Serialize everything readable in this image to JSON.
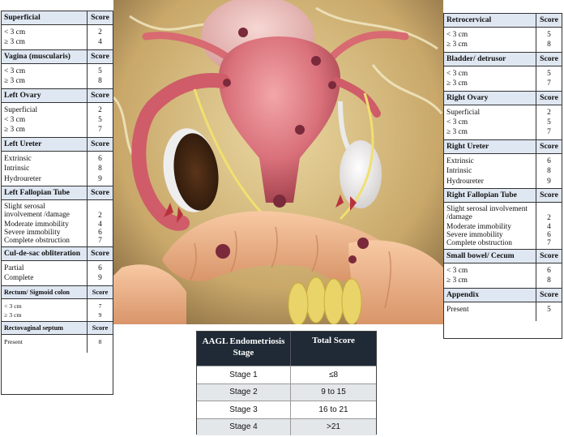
{
  "left_panel": [
    {
      "title": "Superficial",
      "score_label": "Score",
      "rows": [
        [
          "< 3 cm",
          "2"
        ],
        [
          "≥ 3 cm",
          "4"
        ]
      ]
    },
    {
      "title": "Vagina (muscularis)",
      "score_label": "Score",
      "rows": [
        [
          "< 3 cm",
          "5"
        ],
        [
          "≥ 3 cm",
          "8"
        ]
      ]
    },
    {
      "title": "Left Ovary",
      "score_label": "Score",
      "rows": [
        [
          "Superficial",
          "2"
        ],
        [
          "< 3 cm",
          "5"
        ],
        [
          "≥ 3 cm",
          "7"
        ]
      ]
    },
    {
      "title": "Left Ureter",
      "score_label": "Score",
      "rows": [
        [
          "Extrinsic",
          "6"
        ],
        [
          "Intrinsic",
          "8"
        ],
        [
          "Hydroureter",
          "9"
        ]
      ]
    },
    {
      "title": "Left Fallopian Tube",
      "score_label": "Score",
      "rows": [
        [
          "Slight serosal involvement /damage",
          "2"
        ],
        [
          "Moderate immobility",
          "4"
        ],
        [
          "Severe immobility",
          "6"
        ],
        [
          "Complete obstruction",
          "7"
        ]
      ]
    },
    {
      "title": "Cul-de-sac obliteration",
      "score_label": "Score",
      "rows": [
        [
          "Partial",
          "6"
        ],
        [
          "Complete",
          "9"
        ]
      ]
    },
    {
      "title": "Rectum/ Sigmoid colon",
      "score_label": "Score",
      "rows": [
        [
          "< 3 cm",
          "7"
        ],
        [
          "≥ 3 cm",
          "9"
        ]
      ]
    },
    {
      "title": "Rectovaginal septum",
      "score_label": "Score",
      "rows": [
        [
          "Present",
          "8"
        ]
      ]
    }
  ],
  "right_panel": [
    {
      "title": "Retrocervical",
      "score_label": "Score",
      "rows": [
        [
          "< 3 cm",
          "5"
        ],
        [
          "≥ 3 cm",
          "8"
        ]
      ]
    },
    {
      "title": "Bladder/ detrusor",
      "score_label": "Score",
      "rows": [
        [
          "< 3 cm",
          "5"
        ],
        [
          "≥ 3 cm",
          "7"
        ]
      ]
    },
    {
      "title": "Right Ovary",
      "score_label": "Score",
      "rows": [
        [
          "Superficial",
          "2"
        ],
        [
          "< 3 cm",
          "5"
        ],
        [
          "≥ 3 cm",
          "7"
        ]
      ]
    },
    {
      "title": "Right Ureter",
      "score_label": "Score",
      "rows": [
        [
          "Extrinsic",
          "6"
        ],
        [
          "Intrinsic",
          "8"
        ],
        [
          "Hydroureter",
          "9"
        ]
      ]
    },
    {
      "title": "Right Fallopian Tube",
      "score_label": "Score",
      "rows": [
        [
          "Slight serosal involvement /damage",
          "2"
        ],
        [
          "Moderate immobility",
          "4"
        ],
        [
          "Severe immobility",
          "6"
        ],
        [
          "Complete obstruction",
          "7"
        ]
      ]
    },
    {
      "title": "Small bowel/ Cecum",
      "score_label": "Score",
      "rows": [
        [
          "< 3 cm",
          "6"
        ],
        [
          "≥ 3 cm",
          "8"
        ]
      ]
    },
    {
      "title": "Appendix",
      "score_label": "Score",
      "rows": [
        [
          "Present",
          "5"
        ]
      ]
    }
  ],
  "stage_table": {
    "head_stage": "AAGL Endometriosis Stage",
    "head_score": "Total Score",
    "rows": [
      {
        "stage": "Stage 1",
        "score": "≤8"
      },
      {
        "stage": "Stage 2",
        "score": "9 to 15"
      },
      {
        "stage": "Stage 3",
        "score": "16 to 21"
      },
      {
        "stage": "Stage 4",
        "score": ">21"
      }
    ],
    "header_color": "#1f2a36"
  },
  "illustration": {
    "icon": "pelvic-anatomy-illustration"
  }
}
